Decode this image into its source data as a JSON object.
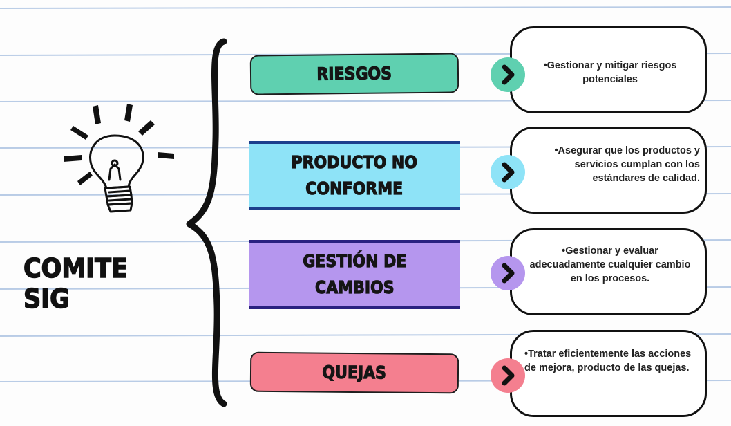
{
  "title": "COMITE SIG",
  "colors": {
    "paper": "#fdfdfd",
    "ruled_line": "#b9cce6",
    "riesgos": "#5fd0b0",
    "producto": "#8ee3f7",
    "gestion": "#b596ee",
    "quejas": "#f47f8f",
    "ink": "#111111"
  },
  "topics": [
    {
      "label": "RIESGOS",
      "description": "•Gestionar y mitigar riesgos potenciales",
      "chevron_icon": "chevron-right-icon"
    },
    {
      "label": "PRODUCTO NO\nCONFORME",
      "description": "•Asegurar que los productos y servicios cumplan con los estándares de calidad.",
      "chevron_icon": "chevron-right-icon"
    },
    {
      "label": "GESTIÓN DE\nCAMBIOS",
      "description": "•Gestionar y evaluar adecuadamente cualquier cambio en los procesos.",
      "chevron_icon": "chevron-right-icon"
    },
    {
      "label": "QUEJAS",
      "description": "•Tratar eficientemente las acciones de mejora, producto de las quejas.",
      "chevron_icon": "chevron-right-icon"
    }
  ],
  "icons": {
    "idea": "lightbulb-icon",
    "grouping": "curly-brace-icon"
  }
}
